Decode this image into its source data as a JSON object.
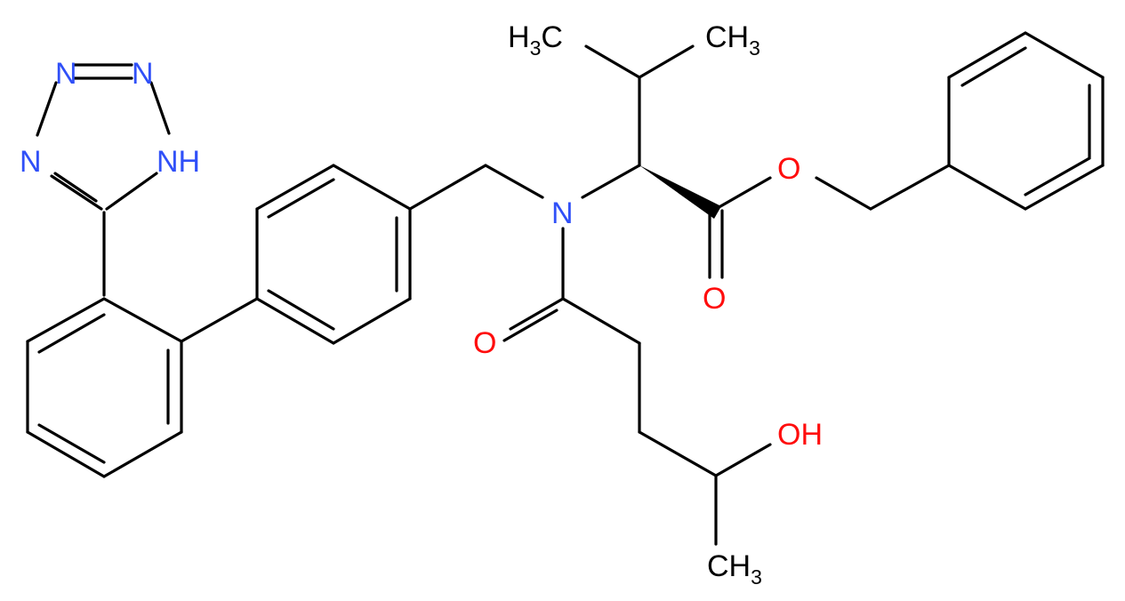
{
  "colors": {
    "bond": "#000000",
    "nitrogen": "#3050F8",
    "oxygen": "#FF0D0D",
    "carbon": "#000000",
    "background": "#ffffff"
  },
  "atoms": {
    "tz_n_left": {
      "text": "N",
      "color": "#3050F8"
    },
    "tz_n_top1": {
      "text": "N",
      "color": "#3050F8"
    },
    "tz_n_top2": {
      "text": "N",
      "color": "#3050F8"
    },
    "tz_nh": {
      "text": "NH",
      "color": "#3050F8"
    },
    "amide_n": {
      "text": "N",
      "color": "#3050F8"
    },
    "ester_o": {
      "text": "O",
      "color": "#FF0D0D"
    },
    "ester_carbonyl_o": {
      "text": "O",
      "color": "#FF0D0D"
    },
    "amide_carbonyl_o": {
      "text": "O",
      "color": "#FF0D0D"
    },
    "hydroxyl": {
      "text": "OH",
      "color": "#FF0D0D"
    },
    "methyl_left": {
      "main": "H",
      "sub": "3",
      "tail": "C",
      "color": "#000000"
    },
    "methyl_right": {
      "main": "CH",
      "sub": "3",
      "color": "#000000"
    },
    "methyl_bottom": {
      "main": "CH",
      "sub": "3",
      "color": "#000000"
    }
  }
}
